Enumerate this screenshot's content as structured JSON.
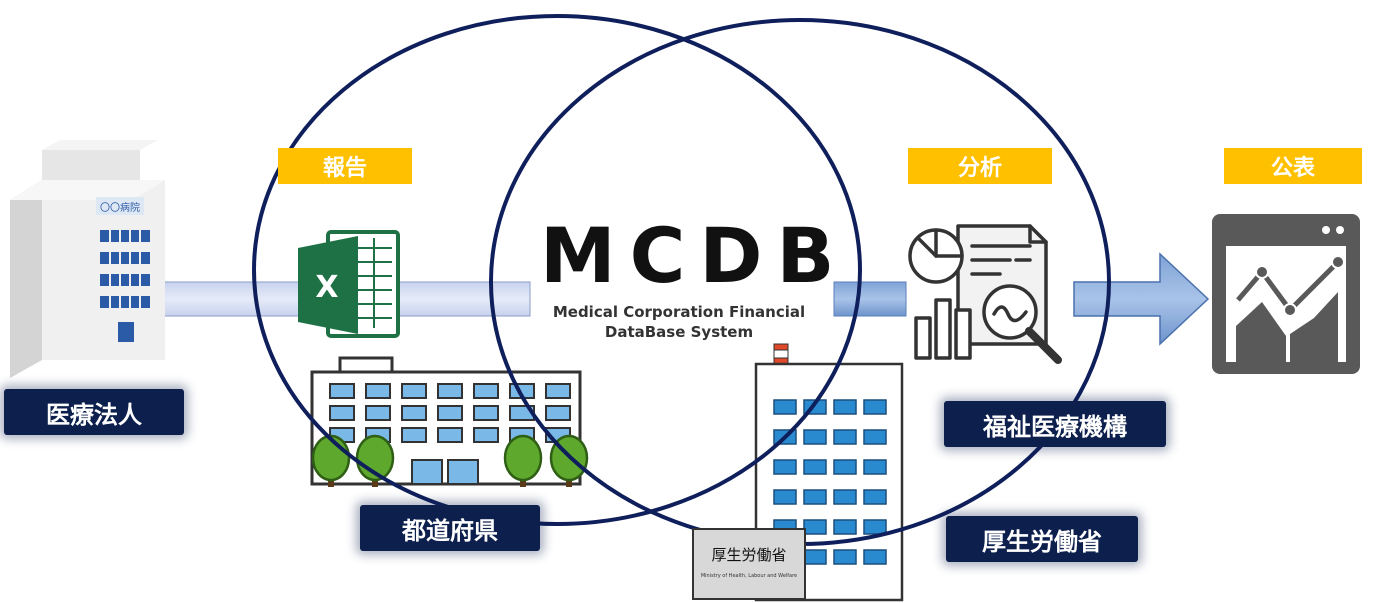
{
  "diagram": {
    "nodes": {
      "hospital_corporation": {
        "label": "医療法人",
        "sign_text": "〇〇病院"
      },
      "prefecture": {
        "label": "都道府県"
      },
      "mcdb": {
        "title": "MCDB",
        "subtitle_line1": "Medical Corporation Financial",
        "subtitle_line2": "DataBase System"
      },
      "wam": {
        "label": "福祉医療機構"
      },
      "mhlw": {
        "label": "厚生労働省",
        "signboard_title": "厚生労働省",
        "signboard_subtitle": "Ministry of Health, Labour and Welfare"
      }
    },
    "steps": [
      {
        "label": "報告"
      },
      {
        "label": "分析"
      },
      {
        "label": "公表"
      }
    ],
    "icons": {
      "excel_letter": "X"
    },
    "colors": {
      "tag_yellow": "#ffc000",
      "label_navy": "#0c1f4d",
      "circle_navy": "#0f1f5c",
      "arrow_blue": "#5b8ac6",
      "dashboard_gray": "#595959",
      "excel_green": "#1e7145"
    }
  }
}
